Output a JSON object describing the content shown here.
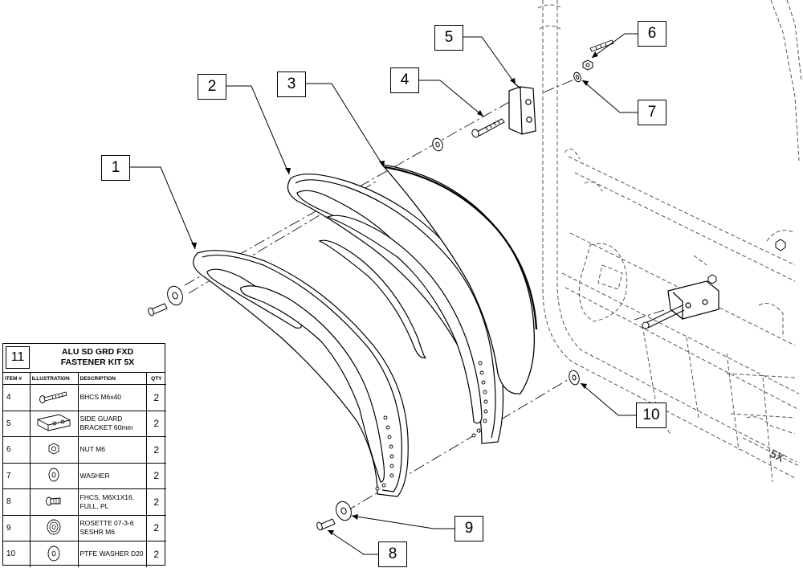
{
  "callouts": [
    "1",
    "2",
    "3",
    "4",
    "5",
    "6",
    "7",
    "8",
    "9",
    "10"
  ],
  "kit": {
    "number": "11",
    "title_line1": "ALU SD GRD FXD",
    "title_line2": "FASTENER KIT 5X",
    "columns": {
      "item": "ITEM #",
      "illustration": "ILLUSTRATION",
      "description": "DESCRIPTION",
      "qty": "QTY"
    },
    "rows": [
      {
        "item": "4",
        "icon": "bolt-icon",
        "description": [
          "BHCS M6x40"
        ],
        "qty": "2"
      },
      {
        "item": "5",
        "icon": "bracket-icon",
        "description": [
          "SIDE GUARD",
          "BRACKET 60mm"
        ],
        "qty": "2"
      },
      {
        "item": "6",
        "icon": "nut-icon",
        "description": [
          "NUT M6"
        ],
        "qty": "2"
      },
      {
        "item": "7",
        "icon": "washer-icon",
        "description": [
          "WASHER"
        ],
        "qty": "2"
      },
      {
        "item": "8",
        "icon": "screw-icon",
        "description": [
          "FHCS, M6X1X16,",
          "FULL, PL"
        ],
        "qty": "2"
      },
      {
        "item": "9",
        "icon": "rosette-icon",
        "description": [
          "ROSETTE 07-3-6",
          "SESHR M6"
        ],
        "qty": "2"
      },
      {
        "item": "10",
        "icon": "ptfe-washer-icon",
        "description": [
          "PTFE WASHER D20"
        ],
        "qty": "2"
      }
    ]
  },
  "frame_logo_text": "5X"
}
